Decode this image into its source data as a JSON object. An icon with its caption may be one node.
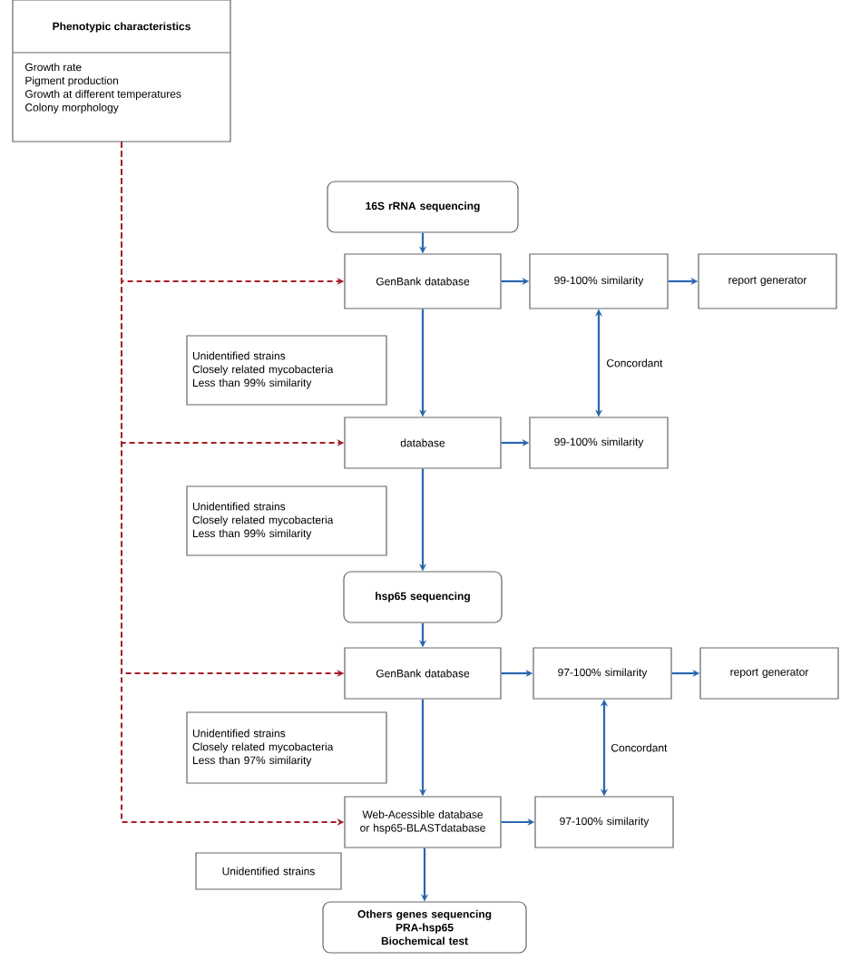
{
  "diagram": {
    "nodes": [
      {
        "text": [
          "Phenotypic characteristics",
          "Growth rate",
          "Pigment production",
          "Growth at different temperatures",
          "Colony morphology"
        ]
      },
      {
        "text": [
          "16S rRNA sequencing"
        ]
      },
      {
        "text": [
          "GenBank database"
        ]
      },
      {
        "text": [
          "99-100% similarity"
        ]
      },
      {
        "text": [
          "report generator"
        ]
      },
      {
        "text": [
          "Unidentified strains",
          "Closely related mycobacteria",
          "Less than 99% similarity"
        ]
      },
      {
        "text": [
          "database"
        ]
      },
      {
        "text": [
          "99-100% similarity"
        ]
      },
      {
        "text": [
          "Unidentified strains",
          "Closely related mycobacteria",
          "Less than 99% similarity"
        ]
      },
      {
        "text": [
          "hsp65 sequencing"
        ]
      },
      {
        "text": [
          "GenBank database"
        ]
      },
      {
        "text": [
          "97-100% similarity"
        ]
      },
      {
        "text": [
          "report generator"
        ]
      },
      {
        "text": [
          "Unidentified strains",
          "Closely related mycobacteria",
          "Less than 97% similarity"
        ]
      },
      {
        "text": [
          "Web-Acessible database or hsp65-BLASTdatabase"
        ]
      },
      {
        "text": [
          "97-100% similarity"
        ]
      },
      {
        "text": [
          "Unidentified strains"
        ]
      },
      {
        "text": [
          "Others genes sequencing",
          "PRA-hsp65",
          "Biochemical test"
        ]
      }
    ],
    "edges": [
      {
        "from": 1,
        "to": 2,
        "arrow": "to"
      },
      {
        "from": 2,
        "to": 3,
        "arrow": "to"
      },
      {
        "from": 3,
        "to": 4,
        "arrow": "to"
      },
      {
        "from": 2,
        "to": 6,
        "arrow": "to"
      },
      {
        "from": 6,
        "to": 7,
        "arrow": "to"
      },
      {
        "from": 3,
        "to": 7,
        "arrow": "both",
        "label": "Concordant"
      },
      {
        "from": 6,
        "to": 9,
        "arrow": "to"
      },
      {
        "from": 9,
        "to": 10,
        "arrow": "to"
      },
      {
        "from": 10,
        "to": 11,
        "arrow": "to"
      },
      {
        "from": 11,
        "to": 12,
        "arrow": "to"
      },
      {
        "from": 10,
        "to": 14,
        "arrow": "to"
      },
      {
        "from": 14,
        "to": 15,
        "arrow": "to"
      },
      {
        "from": 11,
        "to": 15,
        "arrow": "both",
        "label": "Concordant"
      },
      {
        "from": 14,
        "to": 17,
        "arrow": "to"
      },
      {
        "from": 0,
        "to": 2,
        "arrow": "to",
        "style": "dashed",
        "color": "#a31f24"
      },
      {
        "from": 0,
        "to": 6,
        "arrow": "to",
        "style": "dashed",
        "color": "#a31f24"
      },
      {
        "from": 0,
        "to": 10,
        "arrow": "to",
        "style": "dashed",
        "color": "#a31f24"
      },
      {
        "from": 0,
        "to": 14,
        "arrow": "to",
        "style": "dashed",
        "color": "#a31f24"
      }
    ]
  }
}
